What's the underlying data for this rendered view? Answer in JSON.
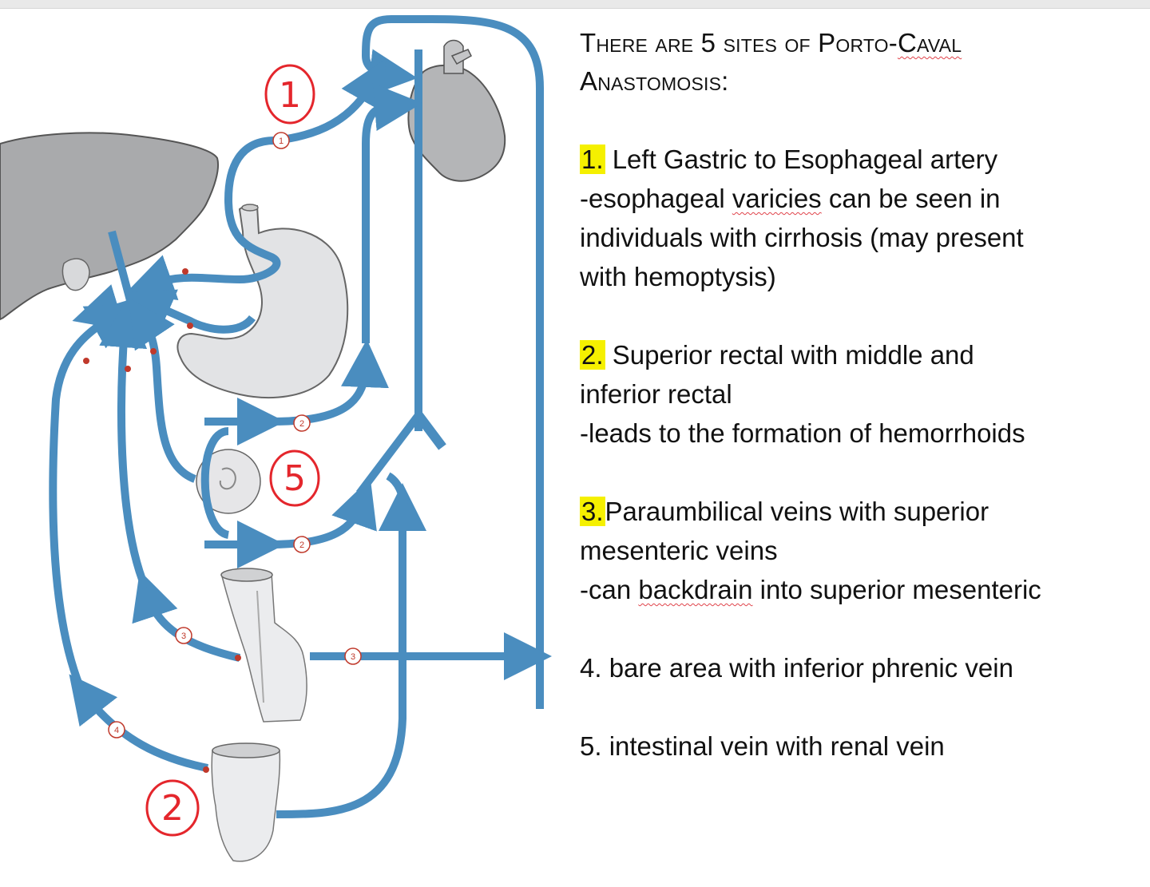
{
  "text": {
    "title_line1_pre": "There are 5 sites of Porto-",
    "title_line1_mark": "Caval",
    "title_line2": "Anastomosis:",
    "site1": {
      "num": "1.",
      "heading": " Left Gastric to Esophageal artery",
      "line1_pre": "-esophageal ",
      "line1_mark": "varicies",
      "line1_post": " can be seen in",
      "line2": "individuals with cirrhosis (may present",
      "line3": "with hemoptysis)"
    },
    "site2": {
      "num": "2.",
      "heading": " Superior rectal with middle and",
      "line1": "inferior rectal",
      "line2": "-leads to the formation of hemorrhoids"
    },
    "site3": {
      "num": "3.",
      "heading": "Paraumbilical veins with superior",
      "line1": "mesenteric veins",
      "line2_pre": "-can ",
      "line2_mark": "backdrain",
      "line2_post": " into superior mesenteric"
    },
    "site4": {
      "text": "4. bare area with inferior phrenic vein"
    },
    "site5": {
      "text": "5. intestinal vein with renal vein"
    }
  },
  "diagram": {
    "small_markers": [
      "1",
      "2",
      "2",
      "3",
      "3",
      "4"
    ],
    "handwritten_labels": [
      "1",
      "5",
      "2"
    ],
    "colors": {
      "vein": "#4a8dbf",
      "organ": "#a9aaac",
      "organ_light": "#e2e3e5",
      "annotation": "#e4262c",
      "highlight": "#f5f000"
    }
  }
}
